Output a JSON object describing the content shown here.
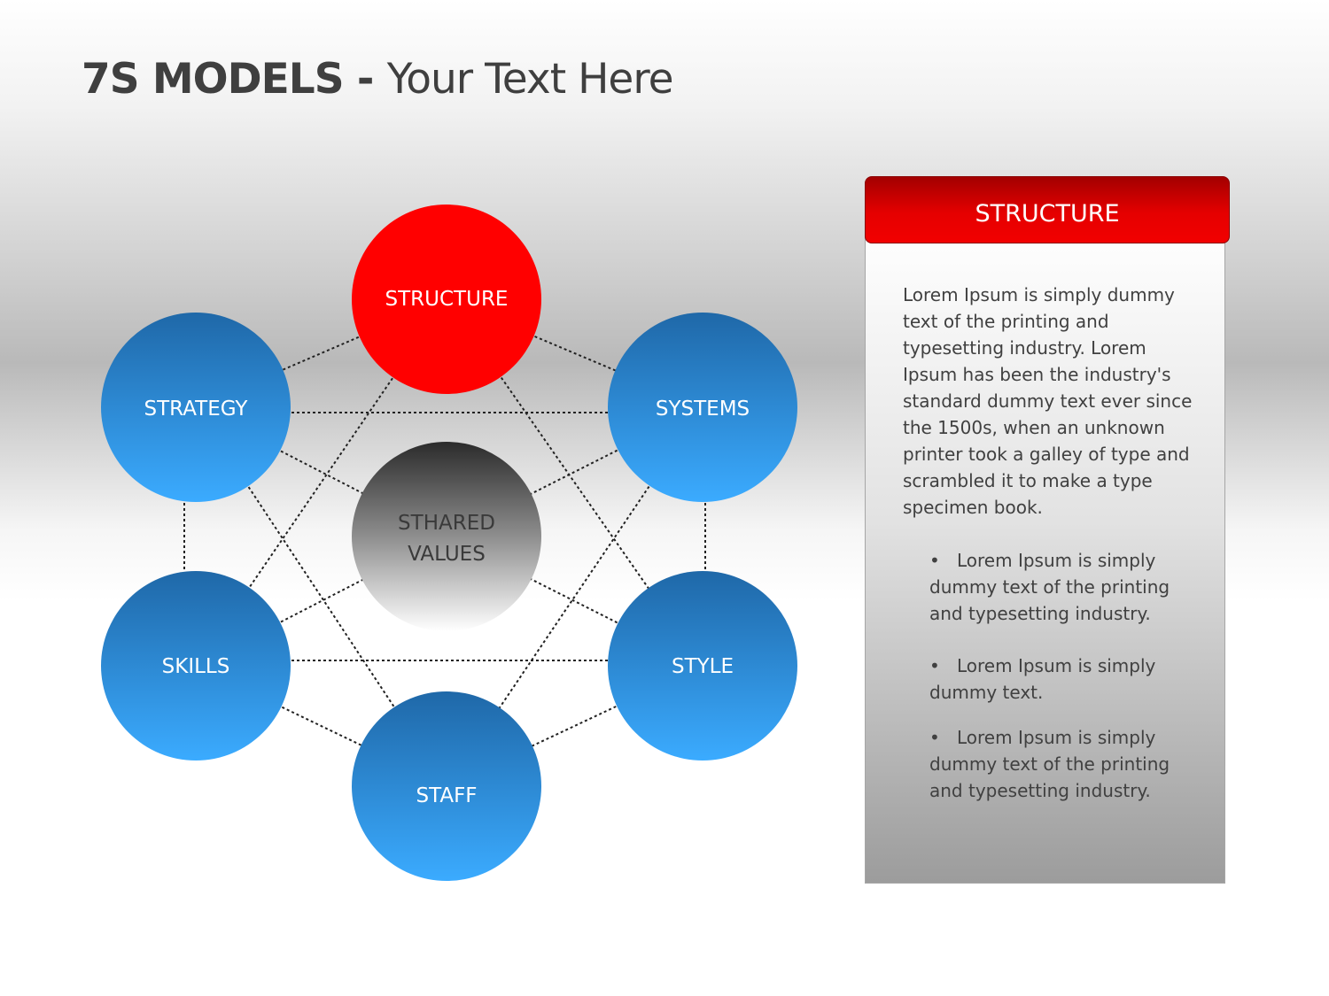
{
  "title": {
    "bold": "7S MODELS - ",
    "normal": "Your Text Here"
  },
  "diagram": {
    "nodes": [
      {
        "id": "structure",
        "label": "STRUCTURE",
        "color": "red"
      },
      {
        "id": "strategy",
        "label": "STRATEGY",
        "color": "blue"
      },
      {
        "id": "systems",
        "label": "SYSTEMS",
        "color": "blue"
      },
      {
        "id": "skills",
        "label": "SKILLS",
        "color": "blue"
      },
      {
        "id": "style",
        "label": "STYLE",
        "color": "blue"
      },
      {
        "id": "staff",
        "label": "STAFF",
        "color": "blue"
      },
      {
        "id": "shared",
        "label_line1": "STHARED",
        "label_line2": "VALUES",
        "color": "gray"
      }
    ],
    "colors": {
      "red": "#ff0000",
      "blue_top": "#1f6fb4",
      "blue_bottom": "#3aa9ff",
      "gray_top": "#2e2e2e",
      "gray_bottom": "#ffffff"
    }
  },
  "panel": {
    "header": "STRUCTURE",
    "body": "Lorem Ipsum is simply dummy text of the printing and typesetting industry. Lorem Ipsum has been the industry's standard dummy text ever since the 1500s, when an unknown printer took a galley of type and scrambled it to make a type specimen book.",
    "bullets": [
      "Lorem Ipsum is simply dummy text of the printing and typesetting industry.",
      "Lorem Ipsum is simply dummy text.",
      "Lorem Ipsum is simply dummy text of the printing and typesetting industry."
    ]
  }
}
